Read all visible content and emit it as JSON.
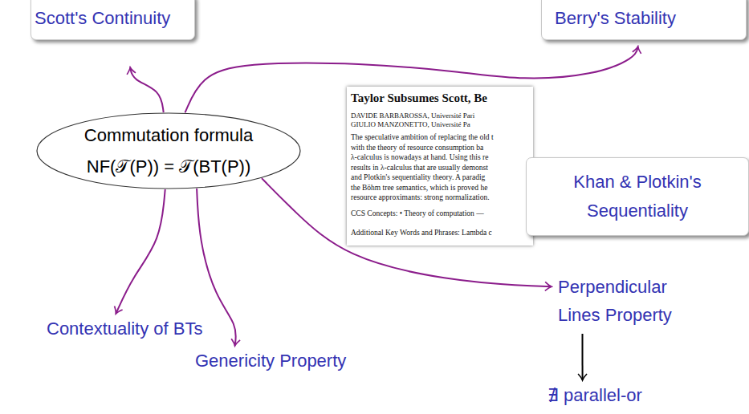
{
  "diagram": {
    "nodes": [
      {
        "text": [
          "Scott's Continuity"
        ]
      },
      {
        "text": [
          "Berry's Stability"
        ]
      },
      {
        "text": [
          "Commutation formula",
          "NF(𝒯(P)) = 𝒯(BT(P))"
        ]
      },
      {
        "text": [
          "Khan & Plotkin's Sequentiality"
        ]
      },
      {
        "text": [
          "Perpendicular Lines Property"
        ]
      },
      {
        "text": [
          "Contextuality of BTs"
        ]
      },
      {
        "text": [
          "Genericity Property"
        ]
      },
      {
        "text": [
          "∄ parallel-or"
        ]
      }
    ],
    "edges": [
      {
        "from": 2,
        "to": 0,
        "arrow": "to"
      },
      {
        "from": 2,
        "to": 1,
        "arrow": "to"
      },
      {
        "from": 2,
        "to": 5,
        "arrow": "to"
      },
      {
        "from": 2,
        "to": 6,
        "arrow": "to"
      },
      {
        "from": 2,
        "to": 4,
        "arrow": "to"
      },
      {
        "from": 4,
        "to": 7,
        "arrow": "to"
      }
    ],
    "labels": [
      "Taylor Subsumes Scott, Be",
      "DAVIDE BARBAROSSA, Université Pari",
      "GIULIO MANZONETTO, Université Pa",
      "The speculative ambition of replacing the old t",
      "with the theory of resource consumption ba",
      "λ-calculus is nowadays at hand. Using this re",
      "results in λ-calculus that are usually demonst",
      "and Plotkin's sequentiality theory. A paradig",
      "the Böhm tree semantics, which is proved he",
      "resource approximants: strong normalization.",
      "CCS Concepts: • Theory of computation —",
      "Additional Key Words and Phrases: Lambda c"
    ]
  }
}
